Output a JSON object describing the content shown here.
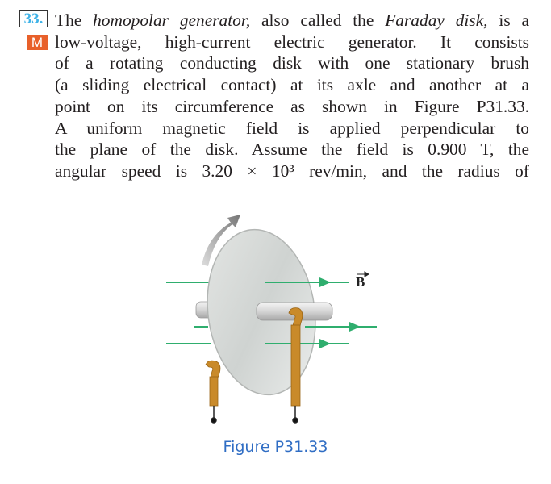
{
  "problem": {
    "number": "33.",
    "badge": "M",
    "lines": [
      {
        "pre": "The ",
        "em1": "homopolar generator,",
        "mid": " also called the ",
        "em2": "Faraday disk,",
        "post": " is a"
      },
      "low-voltage, high-current electric generator. It consists",
      "of a rotating conducting disk with one stationary brush",
      "(a sliding electrical contact) at its axle and another at a",
      "point on its circumference as shown in Figure P31.33.",
      "A uniform magnetic field is applied perpendicular to",
      "the plane of the disk. Assume the field is 0.900 T, the",
      "angular speed is 3.20 × 10³ rev/min, and the radius of"
    ]
  },
  "figure": {
    "field_label": "B",
    "caption": "Figure P31.33",
    "colors": {
      "field": "#2fae6e",
      "brush": "#c98a2a",
      "caption": "#2f6dc4",
      "number": "#3fb3e8",
      "badge": "#e8602a"
    }
  }
}
